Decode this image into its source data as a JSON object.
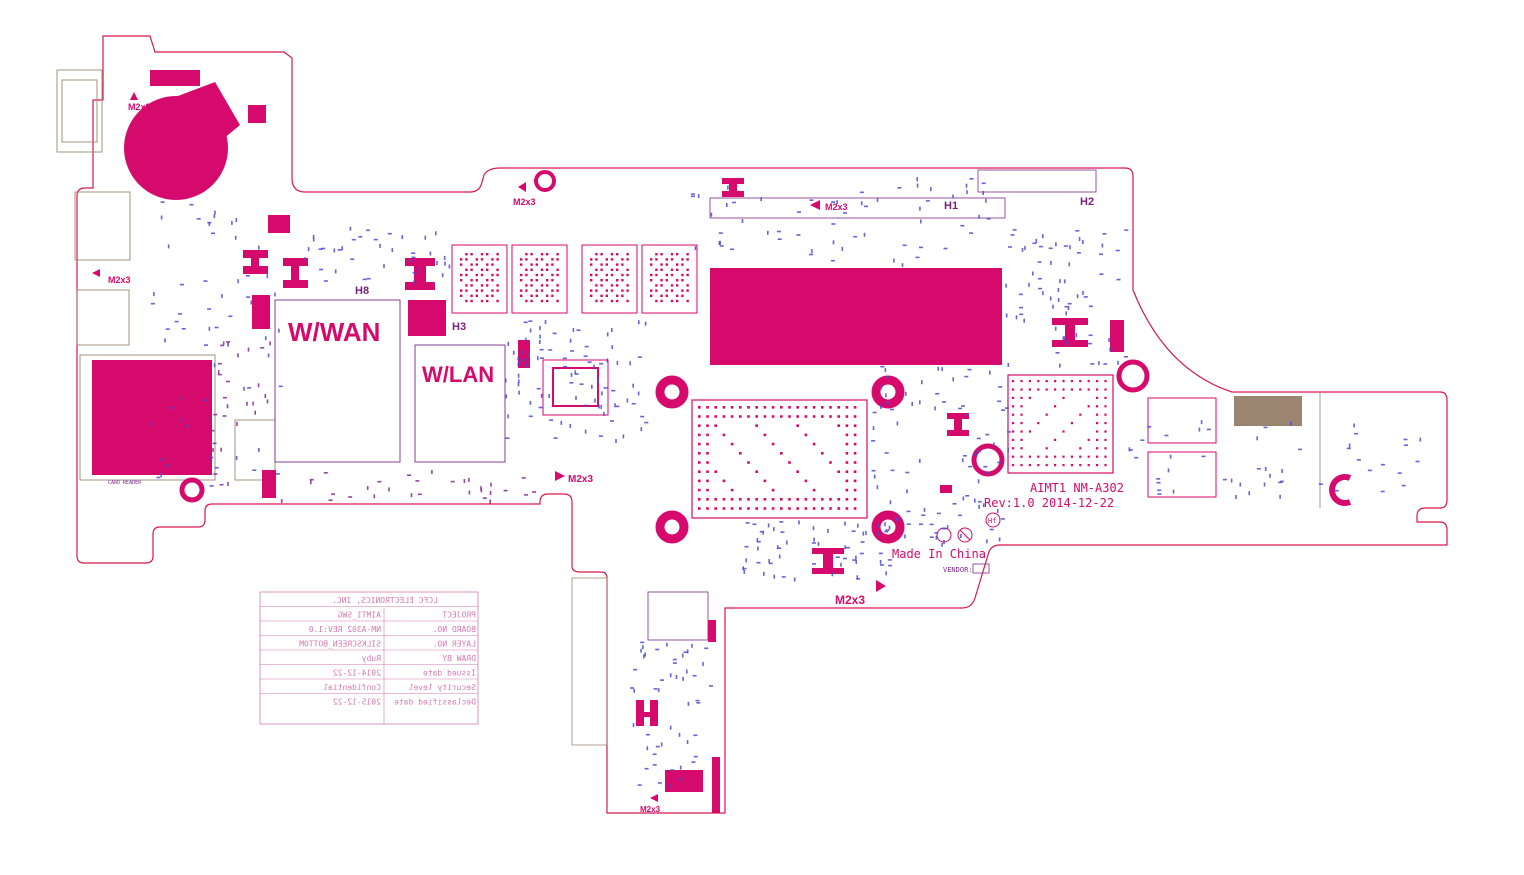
{
  "colors": {
    "magenta": "#d60a6c",
    "outline": "#d9184a",
    "purple": "#7a2a8a",
    "blue": "#4a4ad0",
    "tan": "#9b8570",
    "pink_table": "#d47ab0"
  },
  "labels": {
    "wwan": "W/WAN",
    "wlan": "W/LAN",
    "h1": "H1",
    "h2": "H2",
    "h3": "H3",
    "h8": "H8",
    "board_id": "AIMT1 NM-A302",
    "revision": "Rev:1.0 2014-12-22",
    "made_in": "Made In China",
    "vendor": "VENDOR:",
    "m2x3": "M2x3",
    "hf_mark": "Hf"
  },
  "title_block": [
    {
      "field": "",
      "value": "LCFC ELECTRONICS, INC."
    },
    {
      "field": "PROJECT",
      "value": "AIMT1_SWG"
    },
    {
      "field": "BOARD NO.",
      "value": "NM-A302 REV:1.0"
    },
    {
      "field": "LAYER NO.",
      "value": "SILKSCREEN_BOTTOM"
    },
    {
      "field": "DRAW BY",
      "value": "Ruby"
    },
    {
      "field": "Issued date",
      "value": "2014-12-22"
    },
    {
      "field": "Security level",
      "value": "Confidential"
    },
    {
      "field": "Declassified date",
      "value": "2015-12-22"
    }
  ]
}
